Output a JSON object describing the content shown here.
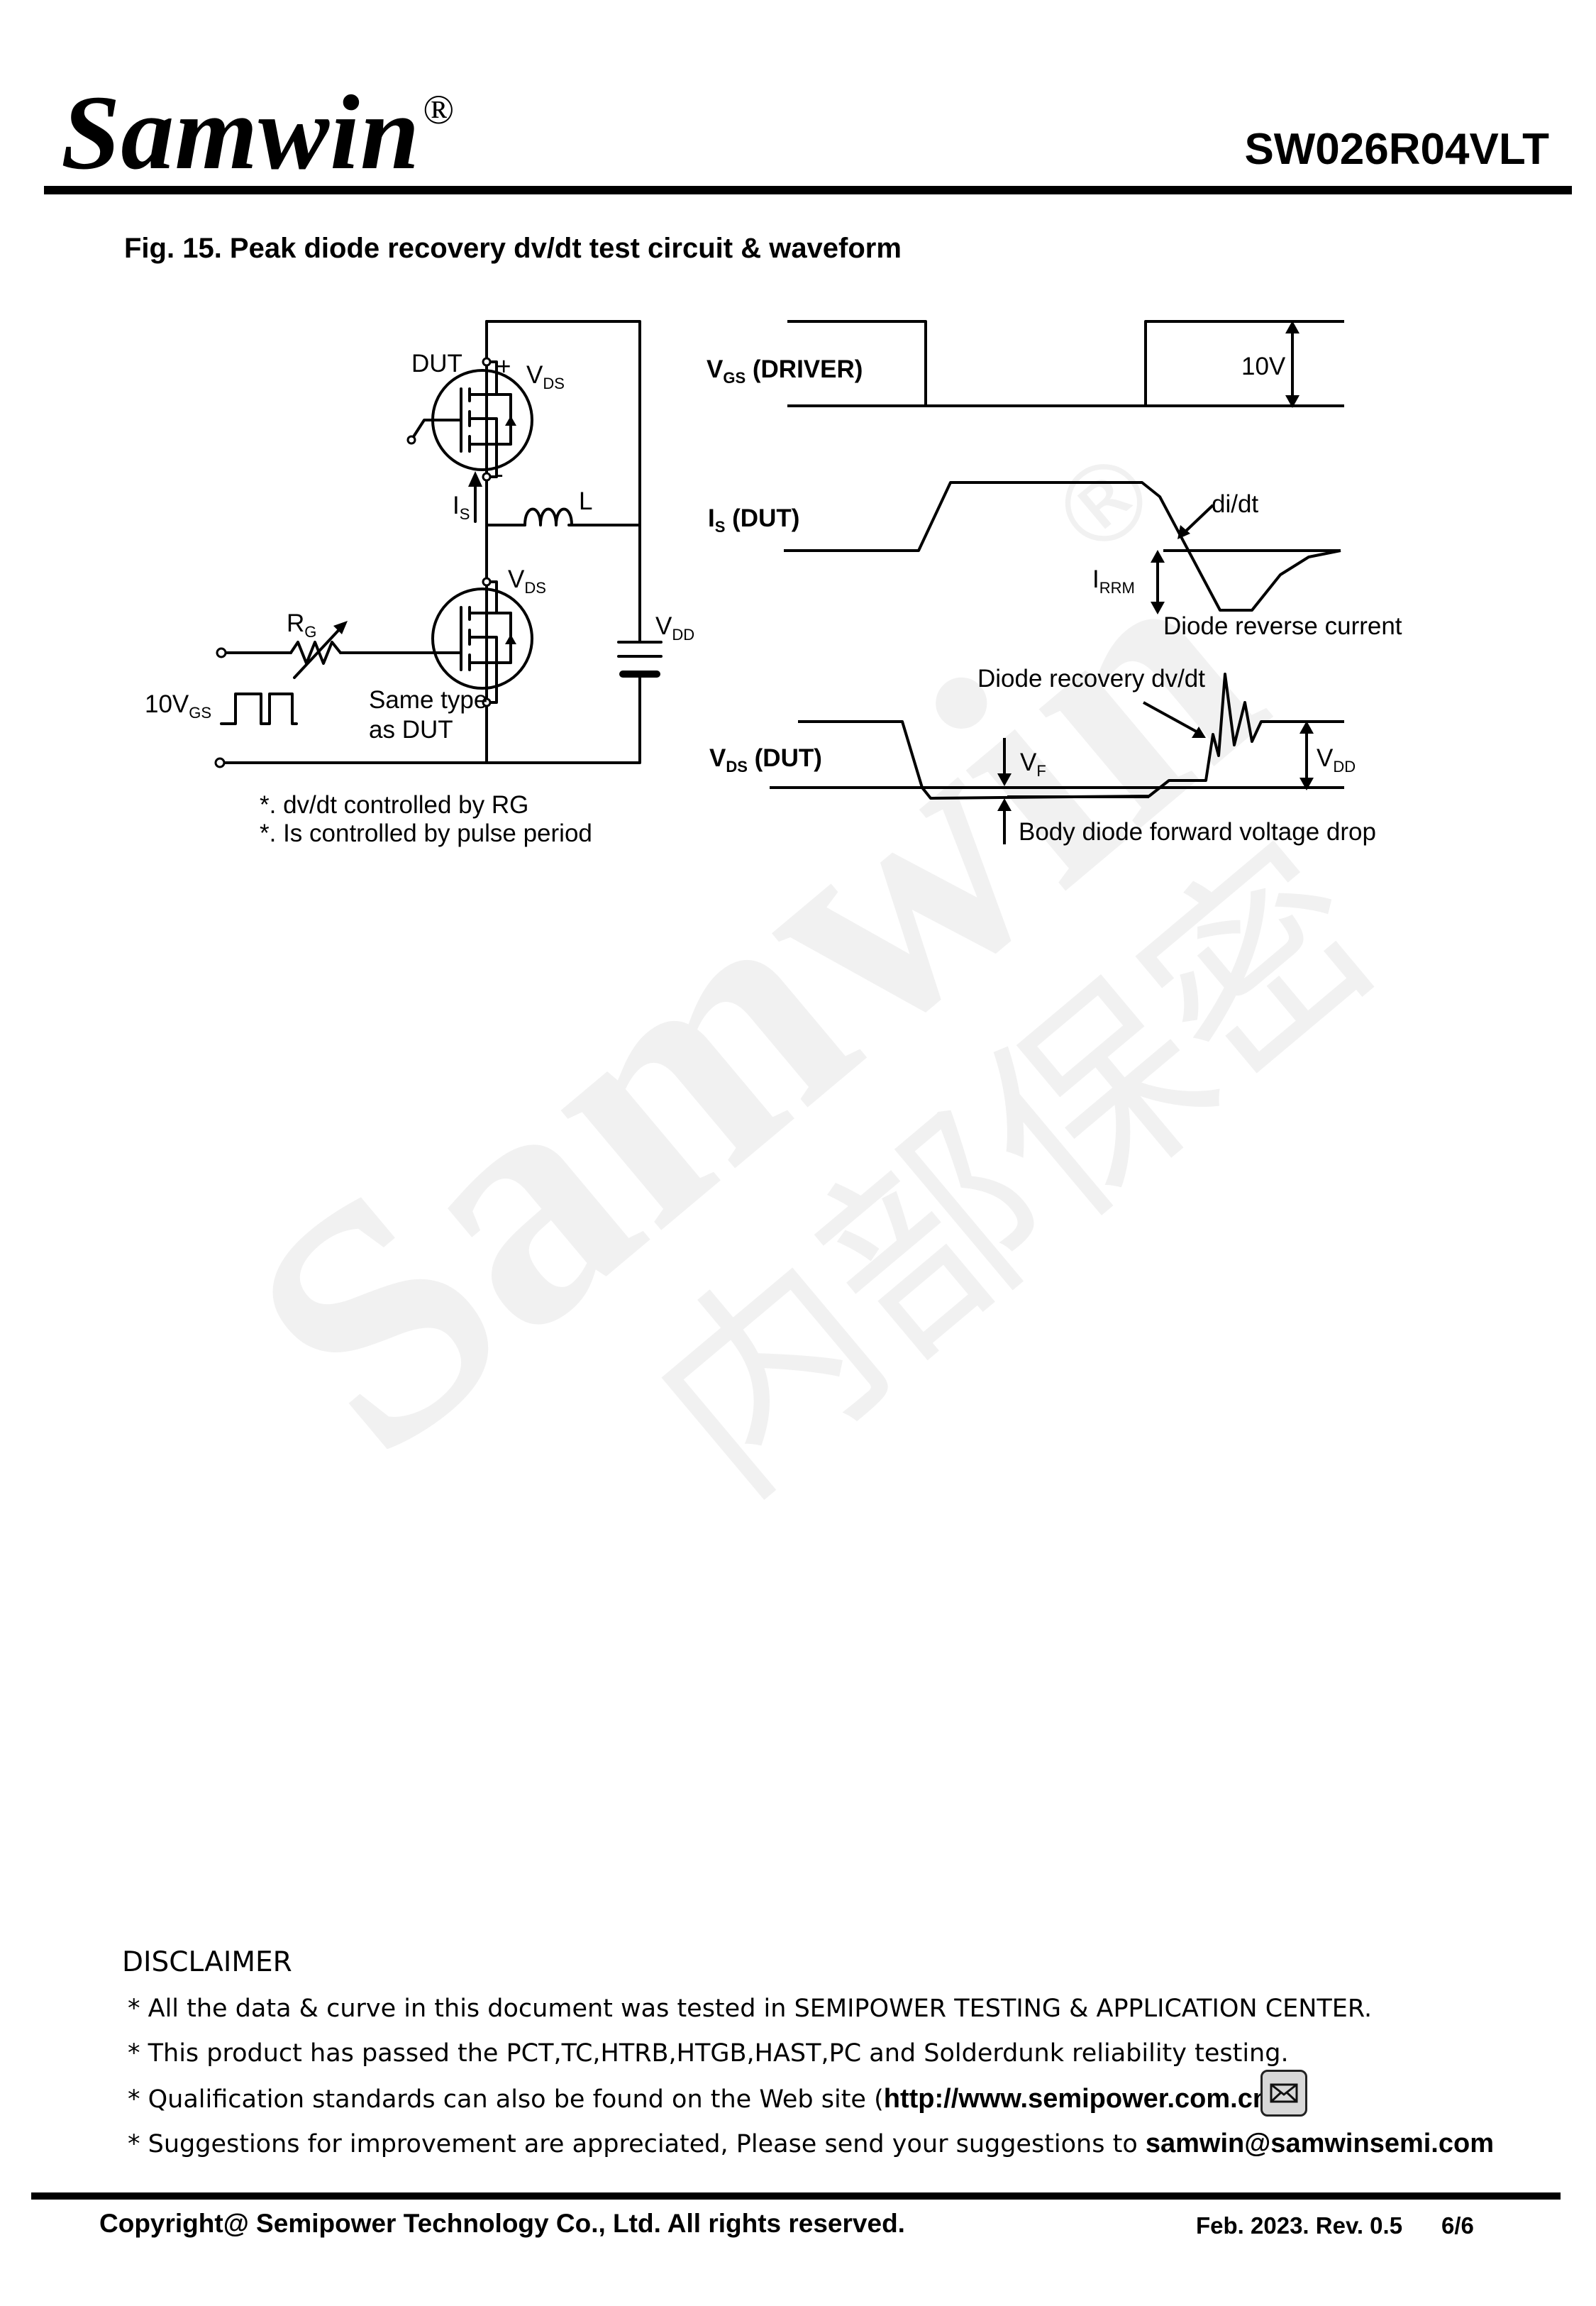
{
  "header": {
    "logo_text": "Samwin",
    "logo_reg": "®",
    "part_number": "SW026R04VLT"
  },
  "figure": {
    "title": "Fig. 15. Peak diode recovery dv/dt test circuit & waveform",
    "circuit": {
      "dut_label": "DUT",
      "plus": "+",
      "minus": "-",
      "vds_main": "V",
      "vds_sub": "DS",
      "is_main": "I",
      "is_sub": "S",
      "inductor_label": "L",
      "vds2_main": "V",
      "vds2_sub": "DS",
      "rg_main": "R",
      "rg_sub": "G",
      "vdd_main": "V",
      "vdd_sub": "DD",
      "pulse_main": "10V",
      "pulse_sub": "GS",
      "same_type_line1": "Same type",
      "same_type_line2": "as DUT",
      "note1": "*. dv/dt controlled by RG",
      "note2": "*. Is controlled by pulse period"
    },
    "waveform": {
      "vgs_main": "V",
      "vgs_sub": "GS",
      "vgs_rest": " (DRIVER)",
      "ten_v": "10V",
      "is_main": "I",
      "is_sub": "S",
      "is_rest": " (DUT)",
      "didt": "di/dt",
      "irrm_main": "I",
      "irrm_sub": "RRM",
      "diode_reverse": "Diode reverse current",
      "diode_recovery": "Diode recovery dv/dt",
      "vds_main": "V",
      "vds_sub": "DS",
      "vds_rest": " (DUT)",
      "vf_main": "V",
      "vf_sub": "F",
      "vdd_main": "V",
      "vdd_sub": "DD",
      "body_diode": "Body diode forward voltage drop"
    }
  },
  "disclaimer": {
    "heading": "DISCLAIMER",
    "line1": "* All the data & curve in this document was tested in SEMIPOWER TESTING & APPLICATION CENTER.",
    "line2": "* This product has passed the PCT,TC,HTRB,HTGB,HAST,PC and Solderdunk reliability testing.",
    "line3_pre": "* Qualification standards can also be found on the Web site (",
    "line3_url": "http://www.semipower.com.cn",
    "line3_post": ")",
    "line4_pre": "* Suggestions for improvement are appreciated, Please send your suggestions to ",
    "line4_email": "samwin@samwinsemi.com",
    "mail_icon": "mail-icon"
  },
  "footer": {
    "copyright": "Copyright@ Semipower Technology Co., Ltd. All rights reserved.",
    "date_rev": "Feb. 2023. Rev. 0.5",
    "page": "6/6"
  },
  "watermark": {
    "latin": "Samwin",
    "reg": "®",
    "chinese": "内部保密"
  }
}
